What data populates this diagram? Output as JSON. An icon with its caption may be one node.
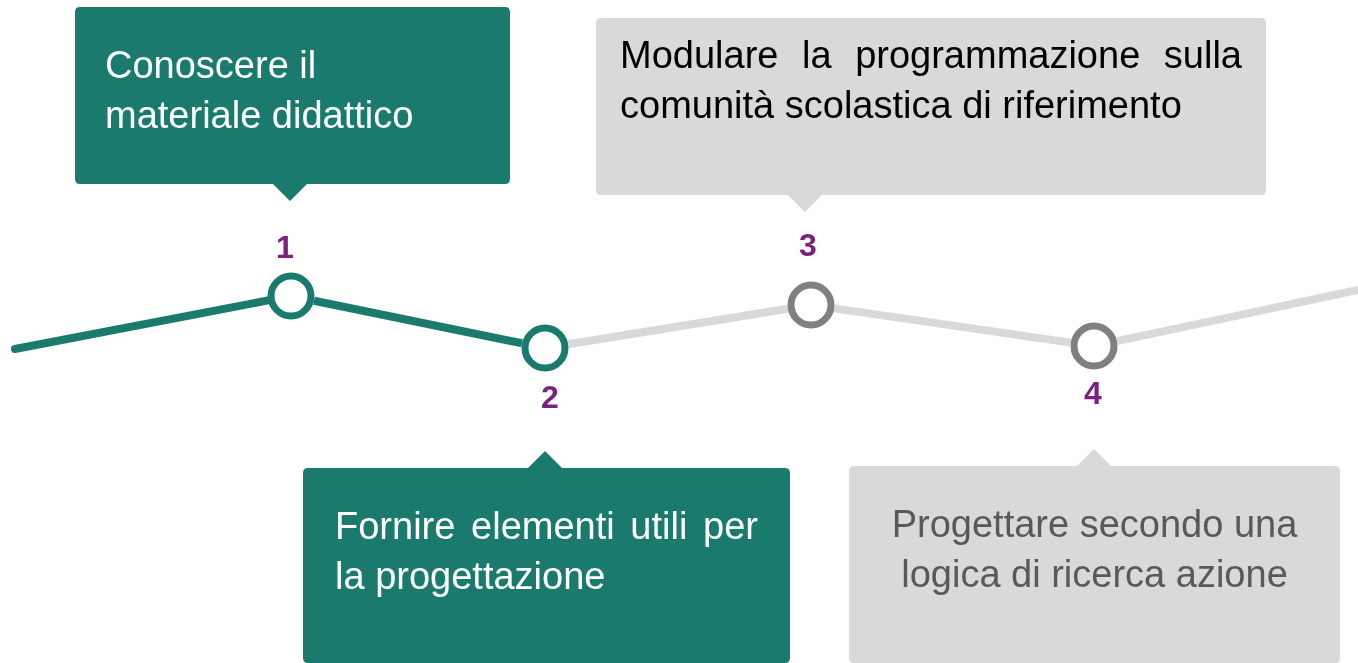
{
  "diagram": {
    "nodes": [
      {
        "text": [
          "Conoscere il materiale didattico"
        ]
      },
      {
        "text": [
          "Modulare la programmazione sulla comunità scolastica di riferimento"
        ]
      },
      {
        "text": [],
        "shape": "circle",
        "beside": [
          "1"
        ]
      },
      {
        "text": [],
        "shape": "circle",
        "beside": [
          "2"
        ]
      },
      {
        "text": [],
        "shape": "circle",
        "beside": [
          "3"
        ]
      },
      {
        "text": [],
        "shape": "circle",
        "beside": [
          "4"
        ]
      },
      {
        "text": [
          "Fornire elementi utili per la progettazione"
        ]
      },
      {
        "text": [
          "Progettare secondo una logica di ricerca azione"
        ]
      }
    ],
    "edges": [
      {
        "from": null,
        "to": 2,
        "arrow": "none",
        "color": "#1b7a6e"
      },
      {
        "from": 2,
        "to": 3,
        "arrow": "none",
        "color": "#1b7a6e"
      },
      {
        "from": 3,
        "to": 4,
        "arrow": "none"
      },
      {
        "from": 4,
        "to": 5,
        "arrow": "none"
      },
      {
        "from": 5,
        "to": null,
        "arrow": "none"
      }
    ]
  }
}
